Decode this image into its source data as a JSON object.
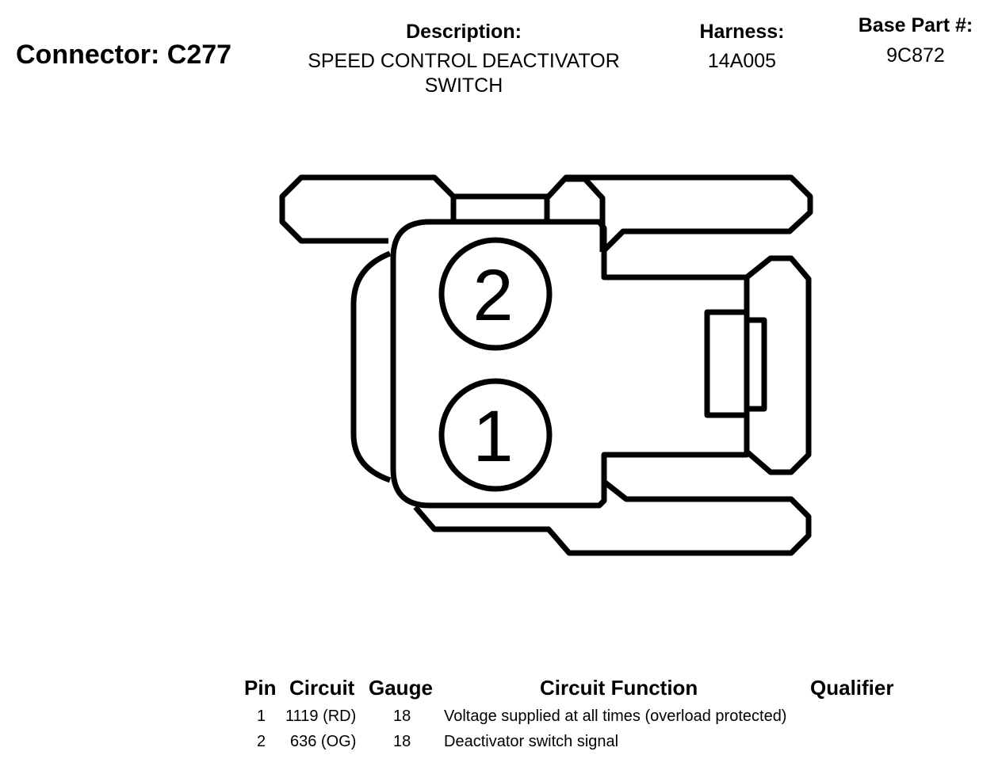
{
  "header": {
    "connector_title": "Connector: C277",
    "description_label": "Description:",
    "description_line1": "SPEED CONTROL DEACTIVATOR",
    "description_line2": "SWITCH",
    "harness_label": "Harness:",
    "harness_value": "14A005",
    "base_part_label": "Base Part #:",
    "base_part_value": "9C872"
  },
  "diagram": {
    "pin_top_label": "2",
    "pin_bottom_label": "1"
  },
  "table": {
    "headers": {
      "pin": "Pin",
      "circuit": "Circuit",
      "gauge": "Gauge",
      "function": "Circuit Function",
      "qualifier": "Qualifier"
    },
    "rows": [
      {
        "pin": "1",
        "circuit": "1119 (RD)",
        "gauge": "18",
        "function": "Voltage supplied at all times (overload protected)",
        "qualifier": ""
      },
      {
        "pin": "2",
        "circuit": "636 (OG)",
        "gauge": "18",
        "function": "Deactivator switch signal",
        "qualifier": ""
      }
    ]
  }
}
